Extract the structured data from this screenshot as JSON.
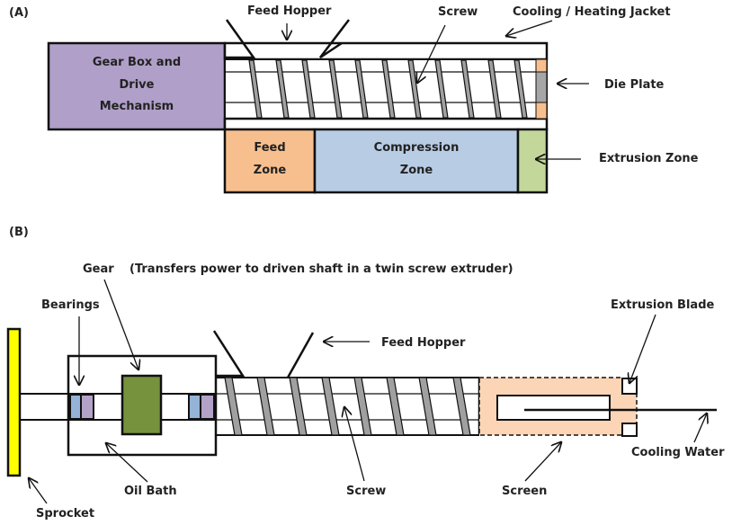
{
  "panel_a": {
    "tag": "(A)",
    "labels": {
      "feed_hopper": "Feed Hopper",
      "screw": "Screw",
      "jacket": "Cooling / Heating Jacket",
      "die_plate": "Die Plate",
      "extrusion_zone": "Extrusion Zone",
      "gearbox": [
        "Gear Box and",
        "Drive",
        "Mechanism"
      ],
      "feed_zone": [
        "Feed",
        "Zone"
      ],
      "compression_zone": [
        "Compression",
        "Zone"
      ]
    },
    "colors": {
      "gearbox": "#b09fc8",
      "feed_zone": "#f8bf8e",
      "compression_zone": "#b8cce4",
      "extrusion_zone": "#c4d79b",
      "die_plate_center": "#a6a6a6",
      "die_plate_edge": "#f8bf8e",
      "flight": "#a0a0a0"
    }
  },
  "panel_b": {
    "tag": "(B)",
    "labels": {
      "gear": "Gear",
      "gear_note": "(Transfers power to driven shaft in a twin screw extruder)",
      "bearings": "Bearings",
      "feed_hopper": "Feed Hopper",
      "extrusion_blade": "Extrusion Blade",
      "cooling_water": "Cooling Water",
      "screen": "Screen",
      "screw": "Screw",
      "oil_bath": "Oil Bath",
      "sprocket": "Sprocket"
    },
    "colors": {
      "sprocket": "#ffff00",
      "gear": "#76923c",
      "bearing_a": "#95b3d7",
      "bearing_b": "#b3a2c7",
      "screen_housing": "#fbd5b5",
      "flight": "#a0a0a0"
    }
  }
}
